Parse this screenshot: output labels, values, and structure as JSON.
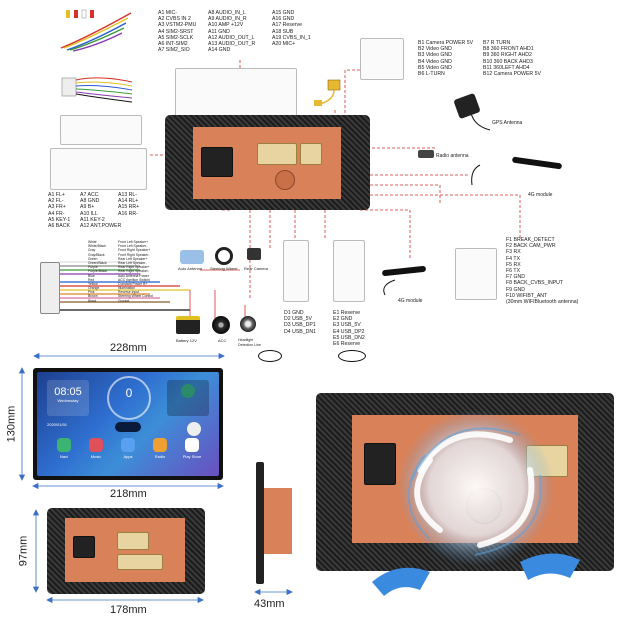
{
  "left_connector_labels": [
    "A1 MIC-",
    "A2 CVBS IN 2",
    "A3 VSTM2-PMU",
    "A4 SIM2-SRST",
    "A5 SIM2-SCLK",
    "A6 INT-SIM2",
    "A7 SIM2_SIO"
  ],
  "mid_connector_labels": [
    "A8 AUDIO_IN_L",
    "A9 AUDIO_IN_R",
    "A10 AMP +12V",
    "A11 GND",
    "A12 AUDIO_OUT_L",
    "A13 AUDIO_OUT_R",
    "A14 GND"
  ],
  "right_connector_labels": [
    "A15 GND",
    "A16 GND",
    "A17 Reserve",
    "A18 SUB",
    "A19 CVBS_IN_1",
    "A20 MIC+"
  ],
  "camera_b_labels_1": [
    "B1 Camera POWER 5V",
    "B2 Video GND",
    "B3 Video GND",
    "B4 Video GND",
    "B5 Video GND",
    "B6 L-TURN"
  ],
  "camera_b_labels_2": [
    "B7 R TURN",
    "B8 360 FRONT AHD1",
    "B9 360 RIGHT AHD2",
    "B10 360 BACK AHD3",
    "B11 360LEFT AHD4",
    "B12 Camera POWER 5V"
  ],
  "gps_label": "GPS Antenna",
  "radio_label": "Radio antenna",
  "module_4g_label_top": "4G module",
  "module_4g_label_mid": "4G module",
  "speaker_labels_1": [
    "A1 FL+",
    "A2 FL-",
    "A3 FR+",
    "A4 FR-",
    "A5 KEY-1",
    "A6 BACK"
  ],
  "speaker_labels_2": [
    "A7 ACC",
    "A8 GND",
    "A9 B+",
    "A10 ILL",
    "A11 KEY-2",
    "A12 ANT.POWER"
  ],
  "speaker_labels_3": [
    "A13 RL-",
    "A14 RL+",
    "A15 RR+",
    "A16 RR-"
  ],
  "f_labels": [
    "F1 BREAK_DETECT",
    "F2 BACK CAM_PWR",
    "F3 RX",
    "F4 TX",
    "F5 RX",
    "F6 TX",
    "F7 GND",
    "F8 BACK_CVBS_INPUT",
    "F9 GND",
    "F10 WIFIBT_ANT",
    "(30mm WIFIBluetooth antenna)"
  ],
  "d_labels": [
    "D1 GND",
    "D2 USB_5V",
    "D3 USB_DP1",
    "D4 USB_DN1"
  ],
  "e_labels": [
    "E1 Reserve",
    "E2 GND",
    "E3 USB_5V",
    "E4 USB_DP2",
    "E5 USB_DN2",
    "E6 Reserve"
  ],
  "wire_colors_labels": [
    "White",
    "White/Black",
    "Gray",
    "Gray/Black",
    "Green",
    "Green/Black",
    "Purple",
    "Purple/Black",
    "Blue",
    "Red",
    "Yellow",
    "Orange",
    "Pink",
    "Brown",
    "Black"
  ],
  "harness_legend": [
    "Front Left Speaker+",
    "Front Left Speaker-",
    "Front Right Speaker+",
    "Front Right Speaker-",
    "Rear Left Speaker+",
    "Rear Left Speaker-",
    "Rear Right Speaker+",
    "Rear Right Speaker-",
    "Auto Antenna Power",
    "ACC (Ignition Switch)",
    "Constant Power B+",
    "Illumination",
    "Reverse Input",
    "Steering Wheel Control",
    "Ground"
  ],
  "accessory_labels": {
    "auto_antenna": "Auto Antenna",
    "steering_wheel": "Steering Wheel",
    "rear_camera": "Rear Camera",
    "battery": "Battery 12V",
    "acc": "ACC",
    "headlight": "Headlight Detection Line"
  },
  "dimensions": {
    "width_top": "228mm",
    "height_left": "130mm",
    "width_bottom": "218mm",
    "height_small": "97mm",
    "width_small": "178mm",
    "depth": "43mm"
  },
  "screen": {
    "time": "08:05",
    "day": "Wednesday",
    "date": "2020/01/01",
    "speed": "0",
    "apps": [
      "Navi",
      "Music",
      "Apps",
      "Radio",
      "Play Store"
    ],
    "app_colors": [
      "#3cb371",
      "#e0505a",
      "#5aa0f0",
      "#f0a030",
      "#ffffff"
    ]
  },
  "colors": {
    "copper": "#d9825a",
    "carbon": "#2a2a2a",
    "wire_red": "#d9302a",
    "dim_line": "#3a70c8",
    "air_flow": "#5aa0e0"
  }
}
